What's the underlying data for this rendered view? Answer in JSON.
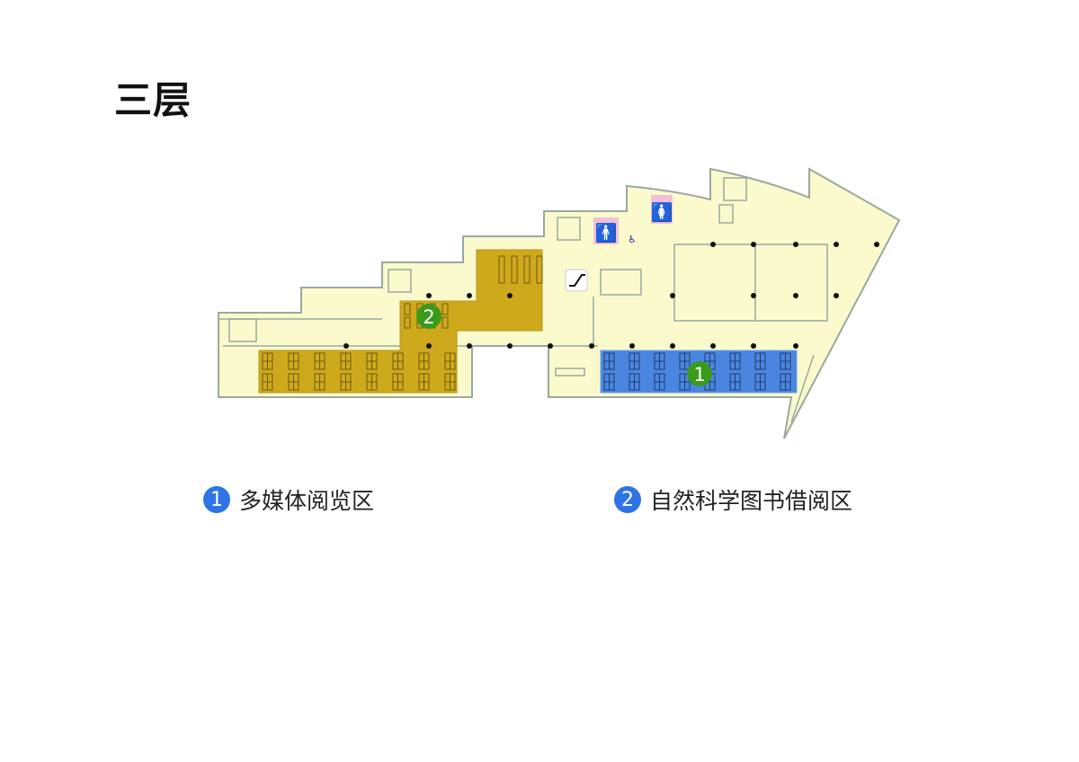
{
  "page": {
    "title": "三层"
  },
  "map": {
    "zones": [
      {
        "id": "1",
        "name": "多媒体阅览区",
        "color": "#4a86e0"
      },
      {
        "id": "2",
        "name": "自然科学图书借阅区",
        "color": "#cfa91c"
      }
    ],
    "badge_color": "#3a9a1a",
    "floor_color": "#fafacd",
    "wall_color": "#9aa99e",
    "icons": [
      "escalator-icon",
      "mens-restroom-icon",
      "womens-restroom-icon",
      "accessible-icon"
    ]
  },
  "legend": [
    {
      "num": "1",
      "label": "多媒体阅览区"
    },
    {
      "num": "2",
      "label": "自然科学图书借阅区"
    }
  ]
}
